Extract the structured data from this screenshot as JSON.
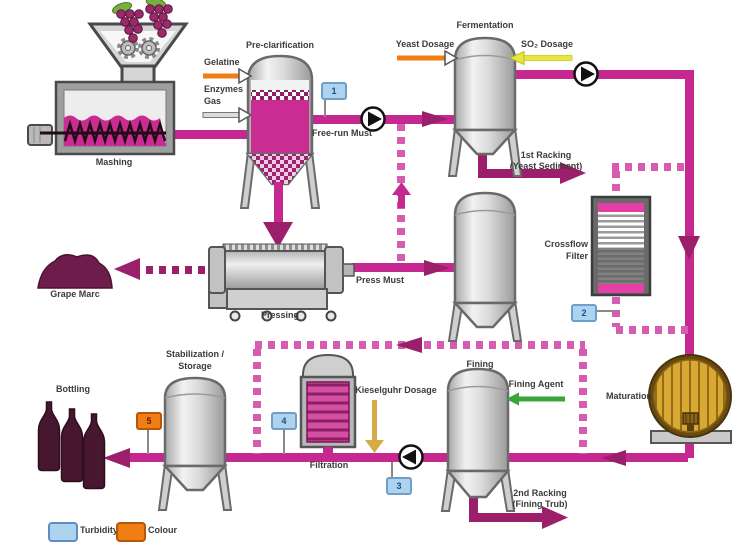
{
  "diagram": {
    "labels": {
      "mashing": "Mashing",
      "pre_clarification": "Pre-clarification",
      "gelatine": "Gelatine",
      "enzymes": "Enzymes",
      "gas": "Gas",
      "free_run_must": "Free-run Must",
      "fermentation": "Fermentation",
      "yeast_dosage": "Yeast Dosage",
      "so2_dosage": "SO₂ Dosage",
      "first_racking_1": "1st Racking",
      "first_racking_2": "(Yeast Sediment)",
      "crossflow_1": "Crossflow",
      "crossflow_2": "Filter",
      "grape_marc": "Grape Marc",
      "pressing": "Pressing",
      "press_must": "Press Must",
      "stabilization_1": "Stabilization /",
      "stabilization_2": "Storage",
      "filtration": "Filtration",
      "kieselguhr_dosage": "Kieselguhr Dosage",
      "fining": "Fining",
      "fining_agent": "Fining Agent",
      "maturation": "Maturation",
      "second_racking_1": "2nd Racking",
      "second_racking_2": "(Fining Trub)",
      "bottling": "Bottling"
    },
    "badges": {
      "b1": "1",
      "b2": "2",
      "b3": "3",
      "b4": "4",
      "b5": "5"
    },
    "legend": {
      "turbidity": "Turbidity",
      "colour": "Colour"
    },
    "colors": {
      "process_line": "#c52990",
      "optional_dashed_line": "#d55cae",
      "waste_line": "#9b1f6a",
      "turbidity_badge_blue": "#aed3ee",
      "colour_badge_orange": "#f07d16",
      "so2_yellow": "#e8e83c",
      "kieselguhr_gold": "#d4ac45",
      "fining_agent_green": "#3aa53a",
      "barrel_wood": "#d9a832"
    }
  }
}
